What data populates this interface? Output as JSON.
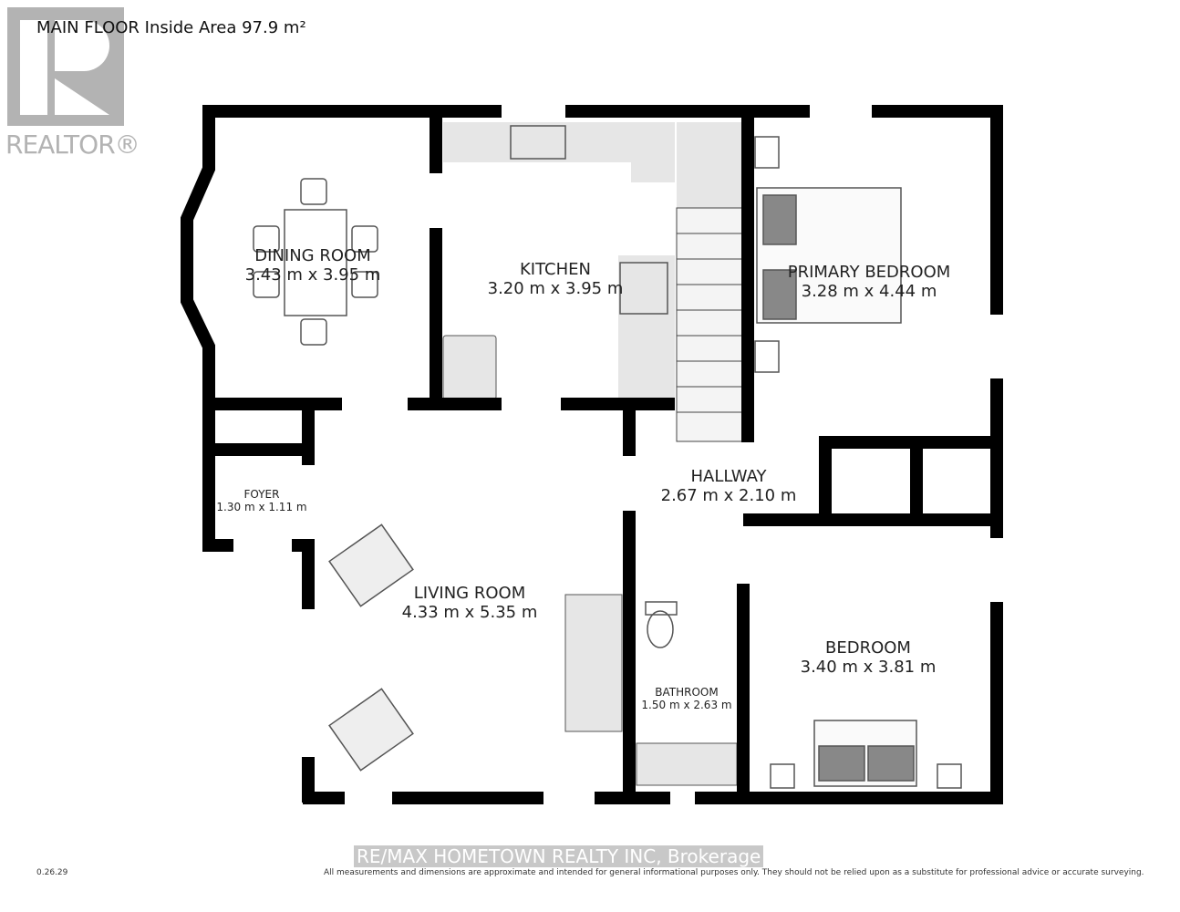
{
  "title": "MAIN FLOOR Inside Area 97.9 m²",
  "logo": {
    "text": "REALTOR®"
  },
  "rooms": [
    {
      "name": "DINING ROOM",
      "dims": "3.43 m x 3.95 m"
    },
    {
      "name": "KITCHEN",
      "dims": "3.20 m x 3.95 m"
    },
    {
      "name": "PRIMARY BEDROOM",
      "dims": "3.28 m x 4.44 m"
    },
    {
      "name": "FOYER",
      "dims": "1.30 m x 1.11 m"
    },
    {
      "name": "HALLWAY",
      "dims": "2.67 m x 2.10 m"
    },
    {
      "name": "LIVING ROOM",
      "dims": "4.33 m x 5.35 m"
    },
    {
      "name": "BEDROOM",
      "dims": "3.40 m x 3.81 m"
    },
    {
      "name": "BATHROOM",
      "dims": "1.50 m x 2.63 m"
    }
  ],
  "footer": {
    "brokerage": "RE/MAX HOMETOWN REALTY INC, Brokerage",
    "version": "0.26.29",
    "disclaimer": "All measurements and dimensions are approximate and intended for general informational purposes only. They should not be relied upon as a substitute for professional advice or accurate surveying."
  }
}
